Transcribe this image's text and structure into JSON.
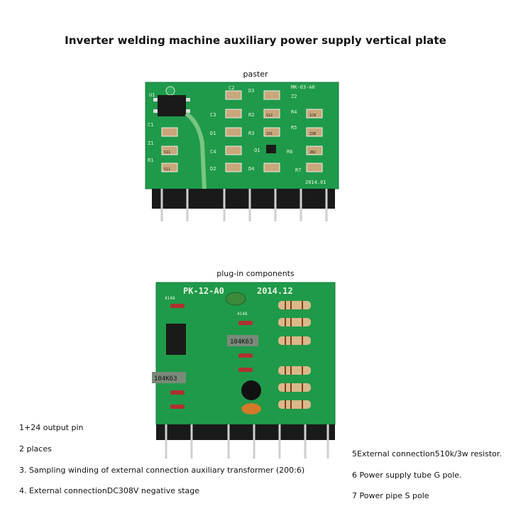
{
  "title": "Inverter welding machine auxiliary power supply vertical plate",
  "top_board": {
    "caption": "paster",
    "model": "MK-03-A0",
    "date": "2014.01",
    "labels": [
      "U1",
      "C2",
      "D3",
      "C3",
      "R2",
      "R4",
      "C1",
      "D1",
      "R3",
      "R5",
      "Z1",
      "C4",
      "Q1",
      "R6",
      "R1",
      "D2",
      "D4",
      "R7",
      "Z2"
    ],
    "chip_marks": [
      "S12",
      "1CN",
      "101",
      "Z2B",
      "2B2",
      "S11",
      "S11"
    ]
  },
  "bottom_board": {
    "caption": "plug-in components",
    "model": "PK-12-A0",
    "date": "2014.12",
    "diode_mark": "4148",
    "cap_mark": "104K63"
  },
  "notes_left": [
    "1+24 output pin",
    "2 places",
    "3. Sampling winding of external connection auxiliary transformer (200:6)",
    "4. External connectionDC308V negative stage"
  ],
  "notes_right": [
    "5External connection510k/3w resistor.",
    "6 Power supply tube G pole.",
    "7 Power pipe S pole"
  ],
  "colors": {
    "pcb": "#1f9a4a",
    "pcb_dark": "#14793a",
    "pin": "#c8c8c8",
    "header": "#1a1a1a"
  }
}
